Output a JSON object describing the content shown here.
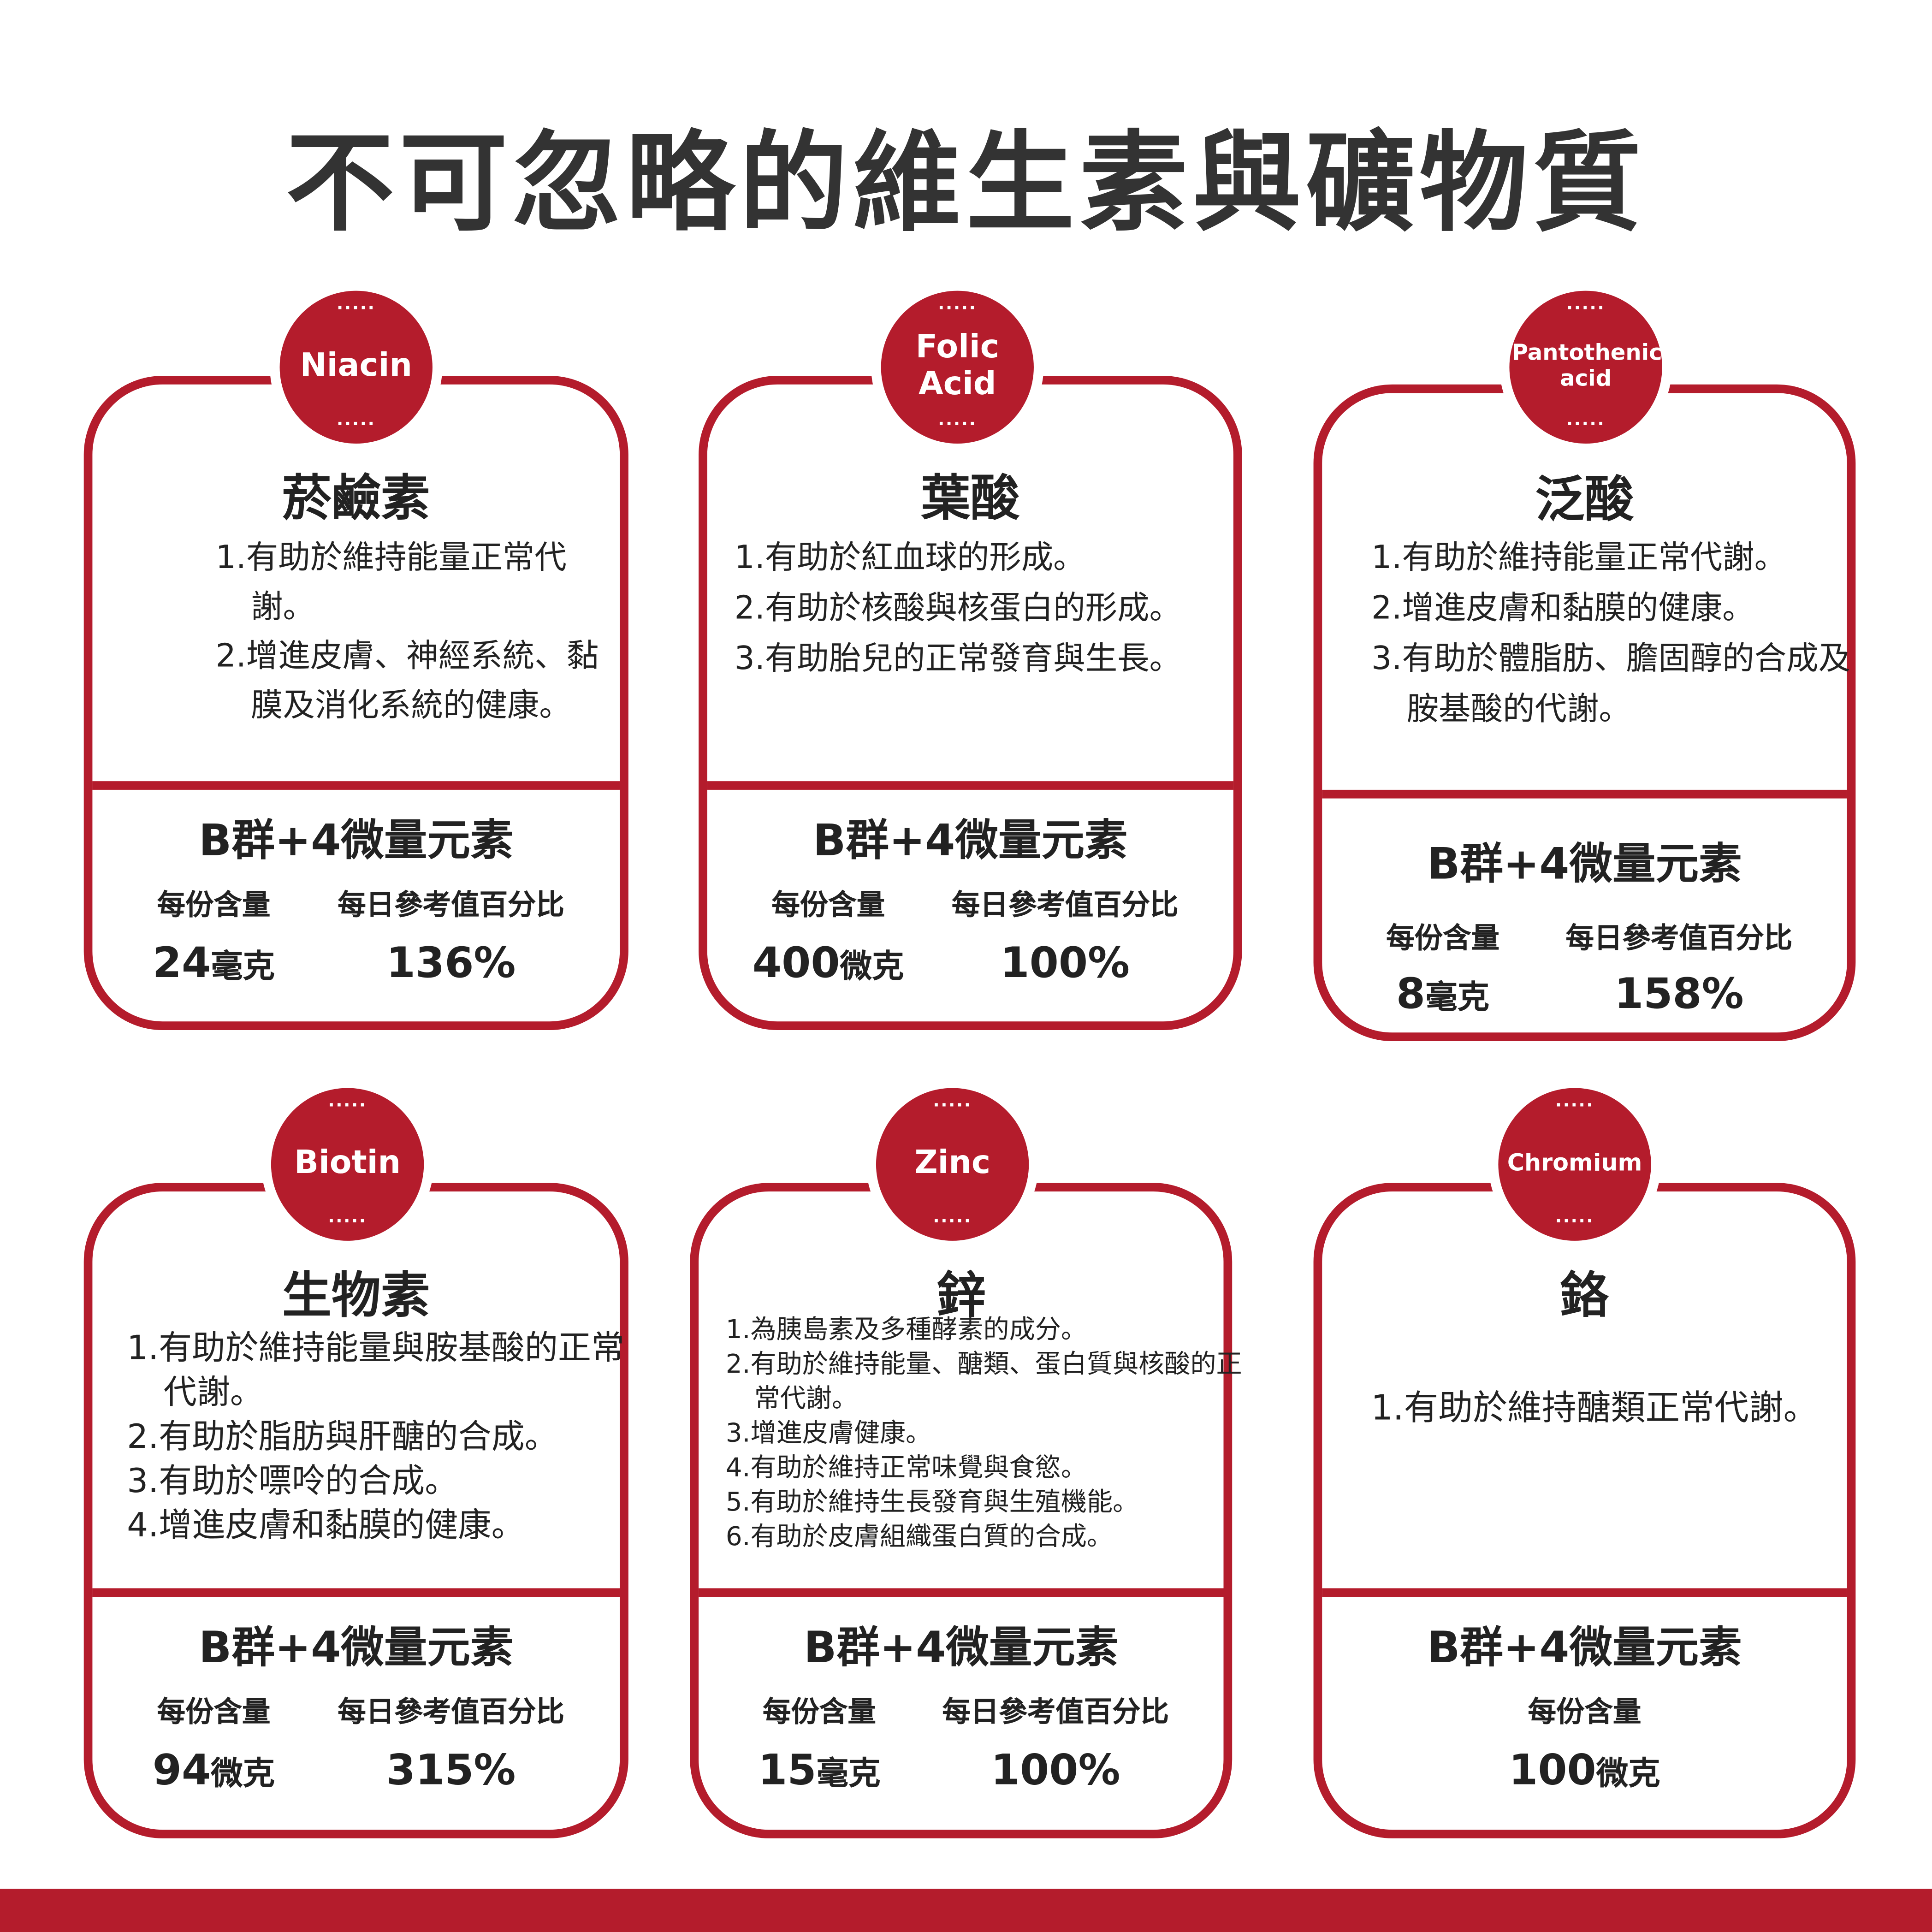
{
  "title": "不可忽略的維生素與礦物質",
  "accent_color": "#b41c2c",
  "group_label": "B群+4微量元素",
  "col_labels": {
    "amount": "每份含量",
    "dv": "每日參考值百分比"
  },
  "badge_dots": ".....",
  "cards": [
    {
      "en": "Niacin",
      "zh": "菸鹼素",
      "items": [
        "1.有助於維持能量正常代謝。",
        "2.增進皮膚、神經系統、黏膜及消化系統的健康。"
      ],
      "amount": "24",
      "unit": "毫克",
      "dv": "136%"
    },
    {
      "en": "Folic Acid",
      "zh": "葉酸",
      "items": [
        "1.有助於紅血球的形成。",
        "2.有助於核酸與核蛋白的形成。",
        "3.有助胎兒的正常發育與生長。"
      ],
      "amount": "400",
      "unit": "微克",
      "dv": "100%"
    },
    {
      "en": "Pantothenic acid",
      "zh": "泛酸",
      "items": [
        "1.有助於維持能量正常代謝。",
        "2.增進皮膚和黏膜的健康。",
        "3.有助於體脂肪、膽固醇的合成及胺基酸的代謝。"
      ],
      "amount": "8",
      "unit": "毫克",
      "dv": "158%"
    },
    {
      "en": "Biotin",
      "zh": "生物素",
      "items": [
        "1.有助於維持能量與胺基酸的正常代謝。",
        "2.有助於脂肪與肝醣的合成。",
        "3.有助於嘌呤的合成。",
        "4.增進皮膚和黏膜的健康。"
      ],
      "amount": "94",
      "unit": "微克",
      "dv": "315%"
    },
    {
      "en": "Zinc",
      "zh": "鋅",
      "items": [
        "1.為胰島素及多種酵素的成分。",
        "2.有助於維持能量、醣類、蛋白質與核酸的正常代謝。",
        "3.增進皮膚健康。",
        "4.有助於維持正常味覺與食慾。",
        "5.有助於維持生長發育與生殖機能。",
        "6.有助於皮膚組織蛋白質的合成。"
      ],
      "amount": "15",
      "unit": "毫克",
      "dv": "100%"
    },
    {
      "en": "Chromium",
      "zh": "鉻",
      "items": [
        "1.有助於維持醣類正常代謝。"
      ],
      "amount": "100",
      "unit": "微克",
      "dv": null
    }
  ]
}
